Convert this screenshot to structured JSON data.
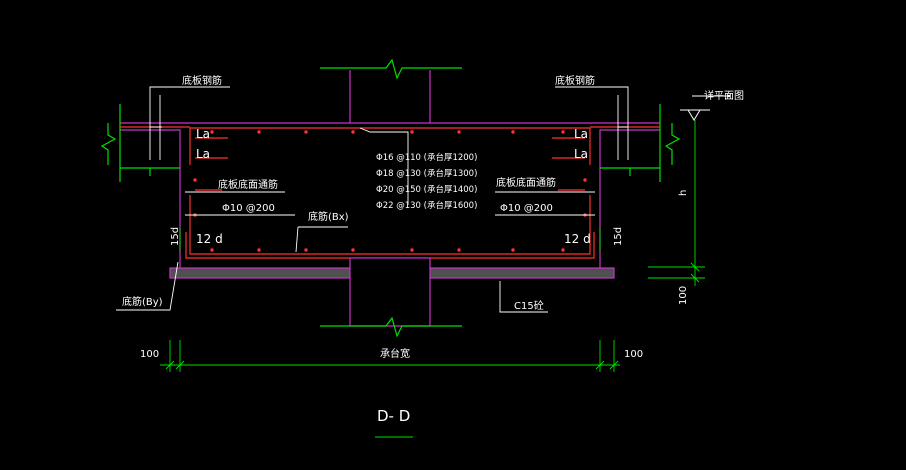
{
  "colors": {
    "background": "#000000",
    "column": "#c832c8",
    "rebar": "#ff3030",
    "dimension": "#00e000",
    "leader": "#ffffff",
    "cushion": "#c832c8",
    "cushion_fill": "#505050",
    "ground": "#00e000",
    "break_line": "#00e000"
  },
  "labels": {
    "bottom_plate_rebar_left": "底板钢筋",
    "bottom_plate_rebar_right": "底板钢筋",
    "pile_level_plan": "详平面图",
    "la_top_left": "La",
    "la_bottom_left": "La",
    "la_top_right": "La",
    "la_bottom_right": "La",
    "bottom_through_rebar_left": "底板底面通筋",
    "bottom_through_rebar_right": "底板底面通筋",
    "spacing_left": "Φ10 @200",
    "spacing_right": "Φ10 @200",
    "anchor_12d_left": "12 d",
    "anchor_12d_right": "12 d",
    "anchor_15d_left": "15d",
    "anchor_15d_right": "15d",
    "bottom_bar_bx": "底筋(Bx)",
    "bottom_bar_by": "底筋(By)",
    "cushion_concrete": "C15砼",
    "height_h": "h",
    "cushion_thickness": "100",
    "dim_left": "100",
    "dim_right": "100",
    "cap_width": "承台宽",
    "section_title": "D- D"
  },
  "rebar_table": [
    "Φ16 @110 (承台厚1200)",
    "Φ18 @130 (承台厚1300)",
    "Φ20 @150 (承台厚1400)",
    "Φ22 @130 (承台厚1600)"
  ]
}
